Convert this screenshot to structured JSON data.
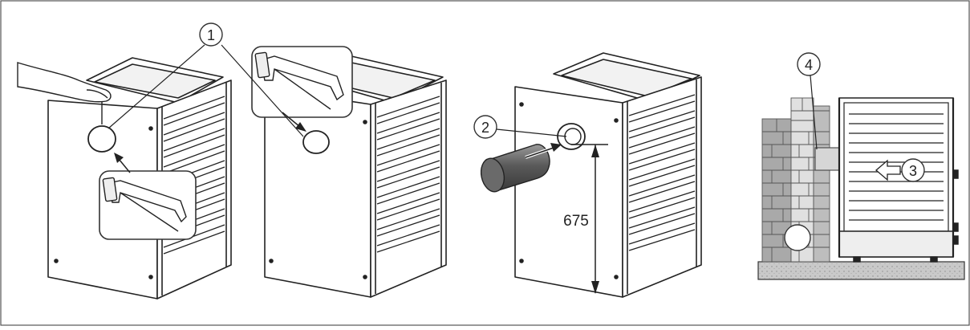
{
  "callouts": {
    "c1": "1",
    "c2": "2",
    "c3": "3",
    "c4": "4"
  },
  "dimension": {
    "height_value": "675"
  },
  "colors": {
    "frame": "#2a2a2a",
    "panel": "#ffffff",
    "shade": "#d9d9d9",
    "brick": "#a8a8a8",
    "brick_light": "#e2e2e2",
    "floor": "#c8c8c8",
    "flue": "#7a7a7a"
  },
  "icons": [
    "hacksaw-icon",
    "hand-icon",
    "flue-pipe-icon"
  ]
}
